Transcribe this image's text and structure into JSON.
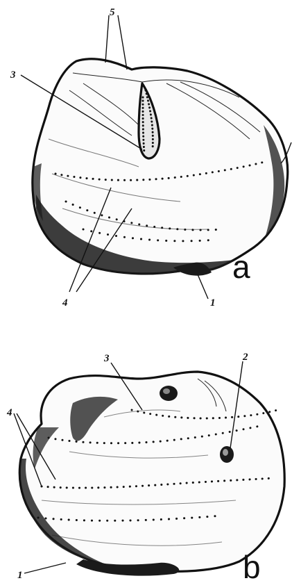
{
  "figures": [
    {
      "letter": "a",
      "labels": {
        "l1": "1",
        "l3": "3",
        "l4": "4",
        "l5": "5"
      }
    },
    {
      "letter": "b",
      "labels": {
        "l1": "1",
        "l2": "2",
        "l3": "3",
        "l4": "4"
      }
    }
  ],
  "colors": {
    "ink": "#111111",
    "paper": "#ffffff"
  }
}
